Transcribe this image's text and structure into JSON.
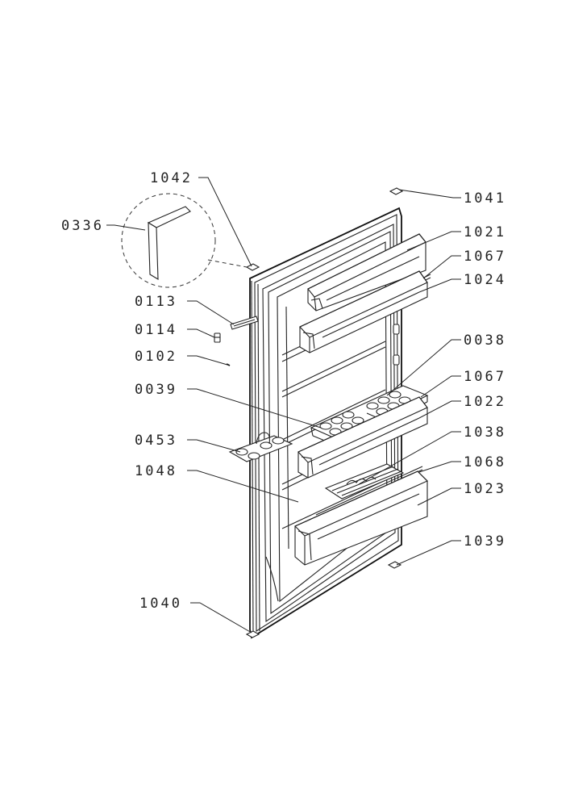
{
  "labels": {
    "l1042": "1042",
    "l1041": "1041",
    "l0336": "0336",
    "l1021": "1021",
    "l1067a": "1067",
    "l1024": "1024",
    "l0113": "0113",
    "l0114": "0114",
    "l0102": "0102",
    "l0038": "0038",
    "l1067b": "1067",
    "l0039": "0039",
    "l1022": "1022",
    "l0453": "0453",
    "l1038": "1038",
    "l1048": "1048",
    "l1068": "1068",
    "l1023": "1023",
    "l1039": "1039",
    "l1040": "1040"
  }
}
